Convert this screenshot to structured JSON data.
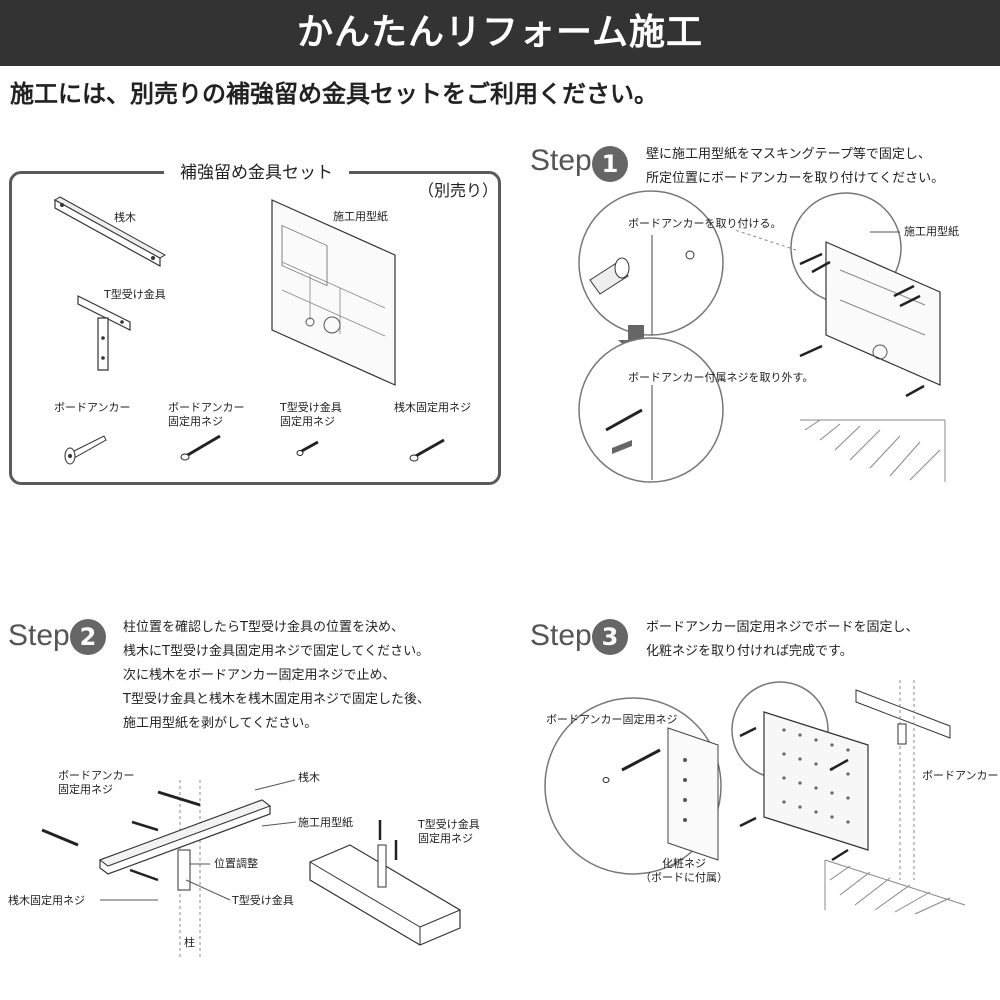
{
  "header": {
    "title": "かんたんリフォーム施工"
  },
  "intro": "施工には、別売りの補強留め金具セットをご利用ください。",
  "kit": {
    "title": "補強留め金具セット",
    "note": "（別売り）",
    "items": {
      "batten": "桟木",
      "t_bracket": "T型受け金具",
      "template": "施工用型紙",
      "board_anchor": "ボードアンカー",
      "anchor_screw": "ボードアンカー\n固定用ネジ",
      "t_screw": "T型受け金具\n固定用ネジ",
      "batten_screw": "桟木固定用ネジ"
    }
  },
  "steps": [
    {
      "word": "Step",
      "number": "1",
      "text": "壁に施工用型紙をマスキングテープ等で固定し、\n所定位置にボードアンカーを取り付けてください。",
      "labels": {
        "attach_anchor": "ボードアンカーを取り付ける。",
        "remove_screw": "ボードアンカー付属ネジを取り外す。",
        "template": "施工用型紙"
      }
    },
    {
      "word": "Step",
      "number": "2",
      "text": "柱位置を確認したらT型受け金具の位置を決め、\n桟木にT型受け金具固定用ネジで固定してください。\n次に桟木をボードアンカー固定用ネジで止め、\nT型受け金具と桟木を桟木固定用ネジで固定した後、\n施工用型紙を剥がしてください。",
      "labels": {
        "anchor_screw": "ボードアンカー\n固定用ネジ",
        "batten": "桟木",
        "template": "施工用型紙",
        "position_adjust": "位置調整",
        "t_bracket": "T型受け金具",
        "batten_screw": "桟木固定用ネジ",
        "pillar": "柱",
        "t_screw": "T型受け金具\n固定用ネジ"
      }
    },
    {
      "word": "Step",
      "number": "3",
      "text": "ボードアンカー固定用ネジでボードを固定し、\n化粧ネジを取り付ければ完成です。",
      "labels": {
        "anchor_screw": "ボードアンカー固定用ネジ",
        "decor_screw": "化粧ネジ\n（ボードに付属）",
        "board_anchor": "ボードアンカー"
      }
    }
  ]
}
